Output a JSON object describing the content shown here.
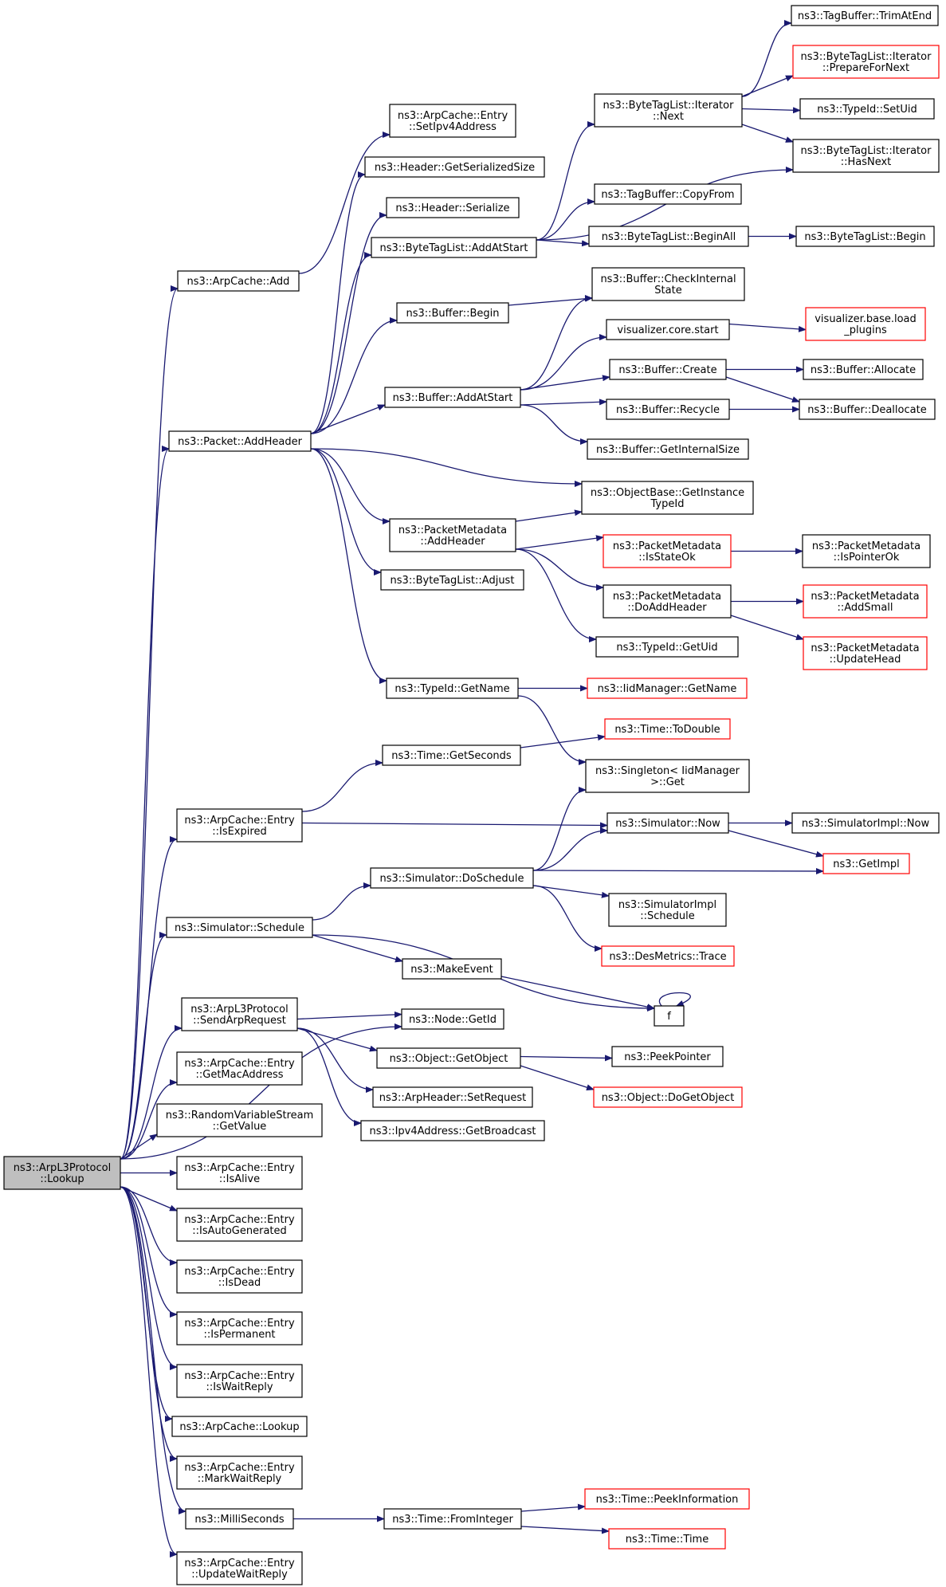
{
  "colors": {
    "edge": "#191970",
    "node_border": "#000000",
    "external_border": "#ff0000",
    "root_fill": "#bfbfbf"
  },
  "nodes": [
    {
      "id": "root",
      "lines": [
        "ns3::ArpL3Protocol",
        "::Lookup"
      ],
      "kind": "root"
    },
    {
      "id": "arpcache_add",
      "lines": [
        "ns3::ArpCache::Add"
      ]
    },
    {
      "id": "entry_setipv4",
      "lines": [
        "ns3::ArpCache::Entry",
        "::SetIpv4Address"
      ]
    },
    {
      "id": "header_getser",
      "lines": [
        "ns3::Header::GetSerializedSize"
      ]
    },
    {
      "id": "header_ser",
      "lines": [
        "ns3::Header::Serialize"
      ]
    },
    {
      "id": "btl_addatstart",
      "lines": [
        "ns3::ByteTagList::AddAtStart"
      ]
    },
    {
      "id": "buffer_begin",
      "lines": [
        "ns3::Buffer::Begin"
      ]
    },
    {
      "id": "buffer_addatstart",
      "lines": [
        "ns3::Buffer::AddAtStart"
      ]
    },
    {
      "id": "packet_addheader",
      "lines": [
        "ns3::Packet::AddHeader"
      ]
    },
    {
      "id": "pm_addheader",
      "lines": [
        "ns3::PacketMetadata",
        "::AddHeader"
      ]
    },
    {
      "id": "btl_adjust",
      "lines": [
        "ns3::ByteTagList::Adjust"
      ]
    },
    {
      "id": "typeid_getname",
      "lines": [
        "ns3::TypeId::GetName"
      ]
    },
    {
      "id": "tagbuffer_trim",
      "lines": [
        "ns3::TagBuffer::TrimAtEnd"
      ]
    },
    {
      "id": "btli_prepare",
      "lines": [
        "ns3::ByteTagList::Iterator",
        "::PrepareForNext"
      ],
      "kind": "ext"
    },
    {
      "id": "btli_next",
      "lines": [
        "ns3::ByteTagList::Iterator",
        "::Next"
      ]
    },
    {
      "id": "typeid_setuid",
      "lines": [
        "ns3::TypeId::SetUid"
      ]
    },
    {
      "id": "btli_hasnext",
      "lines": [
        "ns3::ByteTagList::Iterator",
        "::HasNext"
      ]
    },
    {
      "id": "tagbuffer_copy",
      "lines": [
        "ns3::TagBuffer::CopyFrom"
      ]
    },
    {
      "id": "btl_beginall",
      "lines": [
        "ns3::ByteTagList::BeginAll"
      ]
    },
    {
      "id": "btl_begin",
      "lines": [
        "ns3::ByteTagList::Begin"
      ]
    },
    {
      "id": "buffer_check",
      "lines": [
        "ns3::Buffer::CheckInternal",
        "State"
      ]
    },
    {
      "id": "vis_start",
      "lines": [
        "visualizer.core.start"
      ]
    },
    {
      "id": "vis_load",
      "lines": [
        "visualizer.base.load",
        "_plugins"
      ],
      "kind": "ext"
    },
    {
      "id": "buffer_create",
      "lines": [
        "ns3::Buffer::Create"
      ]
    },
    {
      "id": "buffer_allocate",
      "lines": [
        "ns3::Buffer::Allocate"
      ]
    },
    {
      "id": "buffer_recycle",
      "lines": [
        "ns3::Buffer::Recycle"
      ]
    },
    {
      "id": "buffer_dealloc",
      "lines": [
        "ns3::Buffer::Deallocate"
      ]
    },
    {
      "id": "buffer_getint",
      "lines": [
        "ns3::Buffer::GetInternalSize"
      ]
    },
    {
      "id": "ob_getinst",
      "lines": [
        "ns3::ObjectBase::GetInstance",
        "TypeId"
      ]
    },
    {
      "id": "pm_isstateok",
      "lines": [
        "ns3::PacketMetadata",
        "::IsStateOk"
      ],
      "kind": "ext"
    },
    {
      "id": "pm_ispointerok",
      "lines": [
        "ns3::PacketMetadata",
        "::IsPointerOk"
      ]
    },
    {
      "id": "pm_doadd",
      "lines": [
        "ns3::PacketMetadata",
        "::DoAddHeader"
      ]
    },
    {
      "id": "pm_addsmall",
      "lines": [
        "ns3::PacketMetadata",
        "::AddSmall"
      ],
      "kind": "ext"
    },
    {
      "id": "typeid_getuid",
      "lines": [
        "ns3::TypeId::GetUid"
      ]
    },
    {
      "id": "pm_updatehead",
      "lines": [
        "ns3::PacketMetadata",
        "::UpdateHead"
      ],
      "kind": "ext"
    },
    {
      "id": "iid_getname",
      "lines": [
        "ns3::IidManager::GetName"
      ],
      "kind": "ext"
    },
    {
      "id": "time_todouble",
      "lines": [
        "ns3::Time::ToDouble"
      ],
      "kind": "ext"
    },
    {
      "id": "time_getseconds",
      "lines": [
        "ns3::Time::GetSeconds"
      ]
    },
    {
      "id": "singleton_get",
      "lines": [
        "ns3::Singleton< IidManager",
        ">::Get"
      ]
    },
    {
      "id": "entry_isexpired",
      "lines": [
        "ns3::ArpCache::Entry",
        "::IsExpired"
      ]
    },
    {
      "id": "sim_now",
      "lines": [
        "ns3::Simulator::Now"
      ]
    },
    {
      "id": "simimpl_now",
      "lines": [
        "ns3::SimulatorImpl::Now"
      ]
    },
    {
      "id": "getimpl",
      "lines": [
        "ns3::GetImpl"
      ],
      "kind": "ext"
    },
    {
      "id": "sim_doschedule",
      "lines": [
        "ns3::Simulator::DoSchedule"
      ]
    },
    {
      "id": "simimpl_schedule",
      "lines": [
        "ns3::SimulatorImpl",
        "::Schedule"
      ]
    },
    {
      "id": "sim_schedule",
      "lines": [
        "ns3::Simulator::Schedule"
      ]
    },
    {
      "id": "desmetrics",
      "lines": [
        "ns3::DesMetrics::Trace"
      ],
      "kind": "ext"
    },
    {
      "id": "makeevent",
      "lines": [
        "ns3::MakeEvent"
      ]
    },
    {
      "id": "f",
      "lines": [
        "f"
      ]
    },
    {
      "id": "sendarp",
      "lines": [
        "ns3::ArpL3Protocol",
        "::SendArpRequest"
      ]
    },
    {
      "id": "node_getid",
      "lines": [
        "ns3::Node::GetId"
      ]
    },
    {
      "id": "obj_getobject",
      "lines": [
        "ns3::Object::GetObject"
      ]
    },
    {
      "id": "peekpointer",
      "lines": [
        "ns3::PeekPointer"
      ]
    },
    {
      "id": "arphdr_setreq",
      "lines": [
        "ns3::ArpHeader::SetRequest"
      ]
    },
    {
      "id": "obj_dogetobject",
      "lines": [
        "ns3::Object::DoGetObject"
      ],
      "kind": "ext"
    },
    {
      "id": "ipv4_getbcast",
      "lines": [
        "ns3::Ipv4Address::GetBroadcast"
      ]
    },
    {
      "id": "entry_getmac",
      "lines": [
        "ns3::ArpCache::Entry",
        "::GetMacAddress"
      ]
    },
    {
      "id": "rvs_getvalue",
      "lines": [
        "ns3::RandomVariableStream",
        "::GetValue"
      ]
    },
    {
      "id": "entry_isalive",
      "lines": [
        "ns3::ArpCache::Entry",
        "::IsAlive"
      ]
    },
    {
      "id": "entry_isauto",
      "lines": [
        "ns3::ArpCache::Entry",
        "::IsAutoGenerated"
      ]
    },
    {
      "id": "entry_isdead",
      "lines": [
        "ns3::ArpCache::Entry",
        "::IsDead"
      ]
    },
    {
      "id": "entry_isperm",
      "lines": [
        "ns3::ArpCache::Entry",
        "::IsPermanent"
      ]
    },
    {
      "id": "entry_iswait",
      "lines": [
        "ns3::ArpCache::Entry",
        "::IsWaitReply"
      ]
    },
    {
      "id": "arpcache_lookup",
      "lines": [
        "ns3::ArpCache::Lookup"
      ]
    },
    {
      "id": "entry_markwait",
      "lines": [
        "ns3::ArpCache::Entry",
        "::MarkWaitReply"
      ]
    },
    {
      "id": "milliseconds",
      "lines": [
        "ns3::MilliSeconds"
      ]
    },
    {
      "id": "time_fromint",
      "lines": [
        "ns3::Time::FromInteger"
      ]
    },
    {
      "id": "time_peekinfo",
      "lines": [
        "ns3::Time::PeekInformation"
      ],
      "kind": "ext"
    },
    {
      "id": "time_time",
      "lines": [
        "ns3::Time::Time"
      ],
      "kind": "ext"
    },
    {
      "id": "entry_updatewait",
      "lines": [
        "ns3::ArpCache::Entry",
        "::UpdateWaitReply"
      ]
    }
  ],
  "edges": [
    [
      "root",
      "arpcache_add"
    ],
    [
      "root",
      "packet_addheader"
    ],
    [
      "root",
      "entry_isexpired"
    ],
    [
      "root",
      "sim_schedule"
    ],
    [
      "root",
      "node_getid"
    ],
    [
      "root",
      "sendarp"
    ],
    [
      "root",
      "entry_getmac"
    ],
    [
      "root",
      "rvs_getvalue"
    ],
    [
      "root",
      "entry_isalive"
    ],
    [
      "root",
      "entry_isauto"
    ],
    [
      "root",
      "entry_isdead"
    ],
    [
      "root",
      "entry_isperm"
    ],
    [
      "root",
      "entry_iswait"
    ],
    [
      "root",
      "arpcache_lookup"
    ],
    [
      "root",
      "entry_markwait"
    ],
    [
      "root",
      "milliseconds"
    ],
    [
      "root",
      "entry_updatewait"
    ],
    [
      "arpcache_add",
      "entry_setipv4"
    ],
    [
      "packet_addheader",
      "header_getser"
    ],
    [
      "packet_addheader",
      "header_ser"
    ],
    [
      "packet_addheader",
      "btl_addatstart"
    ],
    [
      "packet_addheader",
      "buffer_begin"
    ],
    [
      "packet_addheader",
      "buffer_addatstart"
    ],
    [
      "packet_addheader",
      "ob_getinst"
    ],
    [
      "packet_addheader",
      "pm_addheader"
    ],
    [
      "packet_addheader",
      "btl_adjust"
    ],
    [
      "packet_addheader",
      "typeid_getname"
    ],
    [
      "btl_addatstart",
      "btli_next"
    ],
    [
      "btl_addatstart",
      "btli_hasnext"
    ],
    [
      "btl_addatstart",
      "tagbuffer_copy"
    ],
    [
      "btl_addatstart",
      "btl_beginall"
    ],
    [
      "btli_next",
      "tagbuffer_trim"
    ],
    [
      "btli_next",
      "btli_prepare"
    ],
    [
      "btli_next",
      "typeid_setuid"
    ],
    [
      "btli_next",
      "btli_hasnext"
    ],
    [
      "btl_beginall",
      "btl_begin"
    ],
    [
      "buffer_begin",
      "buffer_check"
    ],
    [
      "buffer_addatstart",
      "buffer_check"
    ],
    [
      "buffer_addatstart",
      "vis_start"
    ],
    [
      "buffer_addatstart",
      "buffer_create"
    ],
    [
      "buffer_addatstart",
      "buffer_recycle"
    ],
    [
      "buffer_addatstart",
      "buffer_getint"
    ],
    [
      "vis_start",
      "vis_load"
    ],
    [
      "buffer_create",
      "buffer_allocate"
    ],
    [
      "buffer_create",
      "buffer_dealloc"
    ],
    [
      "buffer_recycle",
      "buffer_dealloc"
    ],
    [
      "pm_addheader",
      "ob_getinst"
    ],
    [
      "pm_addheader",
      "pm_isstateok"
    ],
    [
      "pm_addheader",
      "pm_doadd"
    ],
    [
      "pm_addheader",
      "typeid_getuid"
    ],
    [
      "pm_isstateok",
      "pm_ispointerok"
    ],
    [
      "pm_doadd",
      "pm_addsmall"
    ],
    [
      "pm_doadd",
      "pm_updatehead"
    ],
    [
      "typeid_getname",
      "iid_getname"
    ],
    [
      "typeid_getname",
      "singleton_get"
    ],
    [
      "time_getseconds",
      "time_todouble"
    ],
    [
      "entry_isexpired",
      "time_getseconds"
    ],
    [
      "entry_isexpired",
      "sim_now"
    ],
    [
      "sim_now",
      "simimpl_now"
    ],
    [
      "sim_now",
      "getimpl"
    ],
    [
      "sim_doschedule",
      "singleton_get"
    ],
    [
      "sim_doschedule",
      "sim_now"
    ],
    [
      "sim_doschedule",
      "getimpl"
    ],
    [
      "sim_doschedule",
      "simimpl_schedule"
    ],
    [
      "sim_doschedule",
      "desmetrics"
    ],
    [
      "sim_schedule",
      "sim_doschedule"
    ],
    [
      "sim_schedule",
      "makeevent"
    ],
    [
      "sim_schedule",
      "f"
    ],
    [
      "makeevent",
      "f"
    ],
    [
      "f",
      "f"
    ],
    [
      "sendarp",
      "node_getid"
    ],
    [
      "sendarp",
      "obj_getobject"
    ],
    [
      "sendarp",
      "arphdr_setreq"
    ],
    [
      "sendarp",
      "ipv4_getbcast"
    ],
    [
      "obj_getobject",
      "peekpointer"
    ],
    [
      "obj_getobject",
      "obj_dogetobject"
    ],
    [
      "milliseconds",
      "time_fromint"
    ],
    [
      "time_fromint",
      "time_peekinfo"
    ],
    [
      "time_fromint",
      "time_time"
    ]
  ]
}
